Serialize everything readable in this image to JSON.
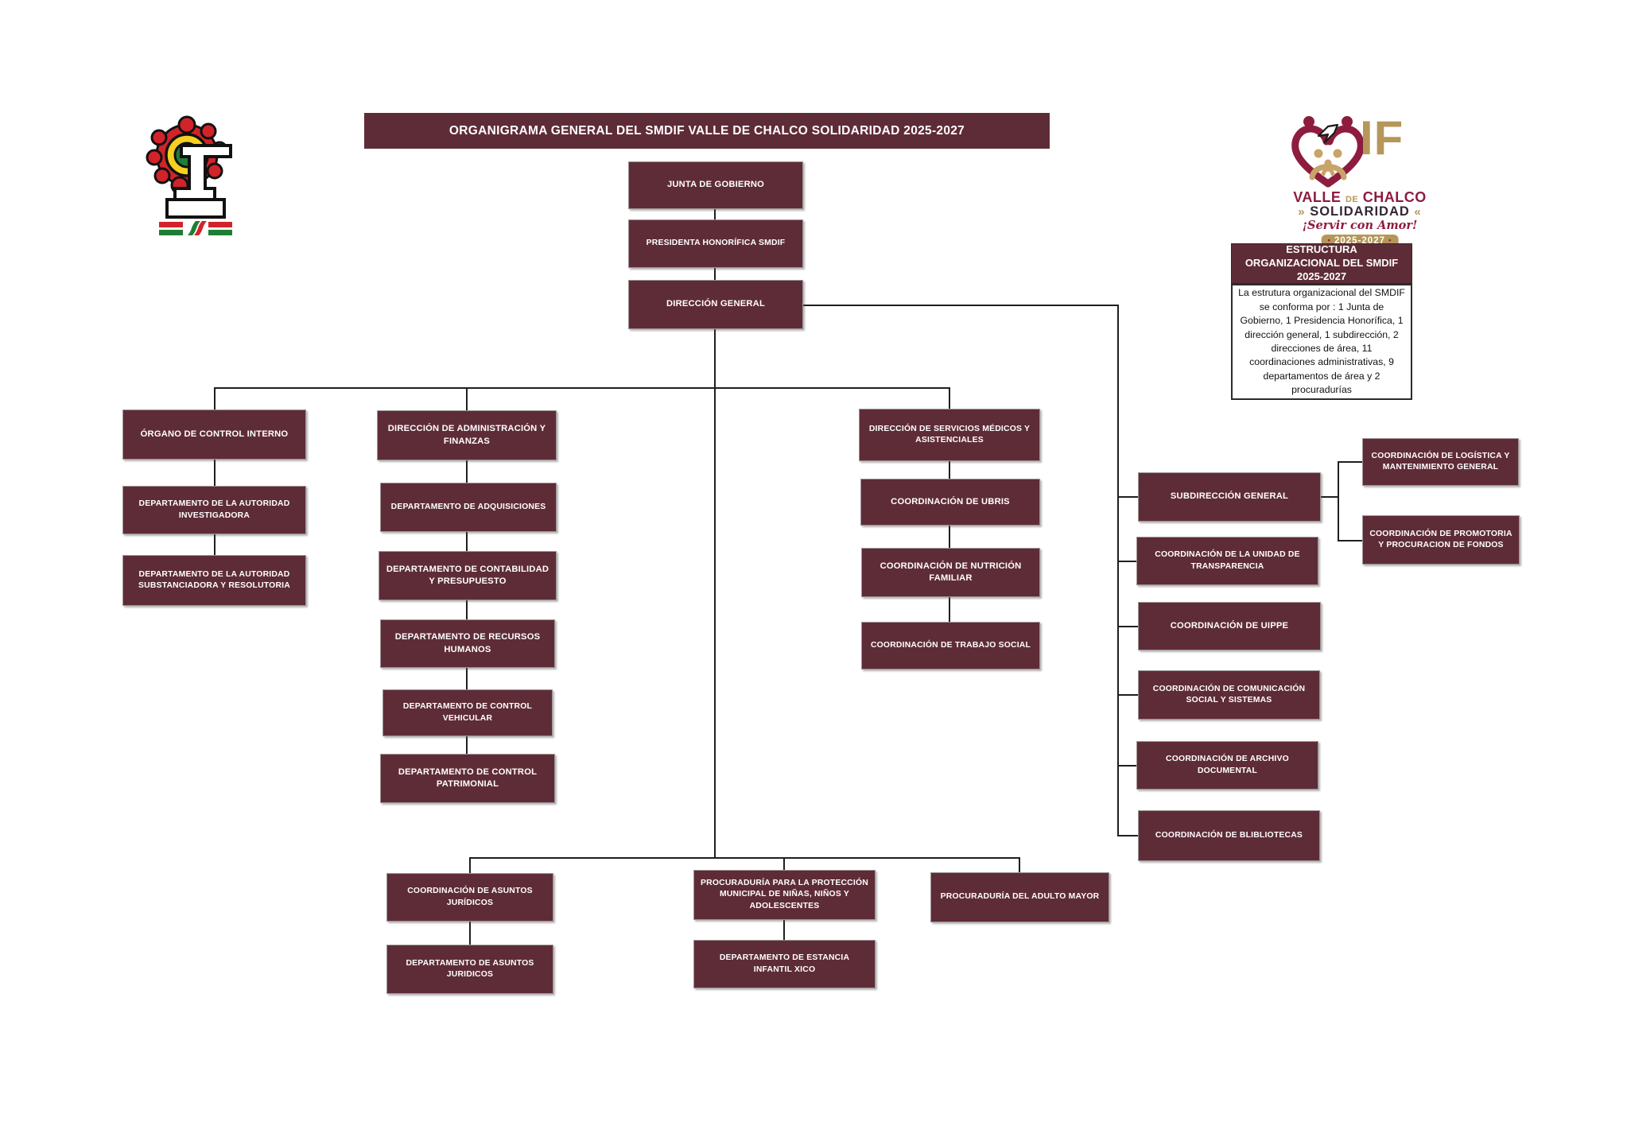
{
  "title": "ORGANIGRAMA GENERAL DEL SMDIF VALLE DE CHALCO SOLIDARIDAD 2025-2027",
  "info_panel": {
    "title": "ESTRUCTURA ORGANIZACIONAL DEL SMDIF 2025-2027",
    "body": "La estrutura organizacional del SMDIF se conforma por : 1 Junta de Gobierno, 1 Presidencia Honorífica, 1 dirección general, 1 subdirección, 2 direcciones de área, 11 coordinaciones administrativas, 9 departamentos de área y 2 procuradurías"
  },
  "logo_dif": {
    "if_text": "IF",
    "valle": "VALLE",
    "de": "DE",
    "chalco": "CHALCO",
    "chev_l": "»",
    "solidaridad": "SOLIDARIDAD",
    "chev_r": "«",
    "slogan": "¡Servir con Amor!",
    "period": "2025-2027",
    "dot": "•"
  },
  "colors": {
    "box_maroon": "#5E2C37",
    "line_black": "#1F1F1F",
    "dif_maroon": "#8E1C3F",
    "dif_gold": "#B5975A",
    "municipal_red": "#D2232A",
    "municipal_yellow": "#F5D020",
    "municipal_green": "#1E7E34"
  },
  "nodes": {
    "junta": "JUNTA DE GOBIERNO",
    "presidenta": "PRESIDENTA HONORÍFICA SMDIF",
    "direccion_general": "DIRECCIÓN GENERAL",
    "organo_control": "ÓRGANO DE CONTROL INTERNO",
    "dep_investigadora": "DEPARTAMENTO DE LA AUTORIDAD INVESTIGADORA",
    "dep_substanciadora": "DEPARTAMENTO DE LA AUTORIDAD SUBSTANCIADORA Y RESOLUTORIA",
    "dir_admin": "DIRECCIÓN DE ADMINISTRACIÓN Y FINANZAS",
    "dep_adquisiciones": "DEPARTAMENTO DE ADQUISICIONES",
    "dep_contabilidad": "DEPARTAMENTO DE CONTABILIDAD Y PRESUPUESTO",
    "dep_recursos": "DEPARTAMENTO DE RECURSOS HUMANOS",
    "dep_vehicular": "DEPARTAMENTO DE CONTROL VEHICULAR",
    "dep_patrimonial": "DEPARTAMENTO DE CONTROL PATRIMONIAL",
    "dir_medicos": "DIRECCIÓN DE SERVICIOS MÉDICOS Y ASISTENCIALES",
    "coord_ubris": "COORDINACIÓN DE UBRIS",
    "coord_nutricion": "COORDINACIÓN DE NUTRICIÓN FAMILIAR",
    "coord_trabajo": "COORDINACIÓN DE TRABAJO SOCIAL",
    "subdireccion": "SUBDIRECCIÓN GENERAL",
    "coord_transparencia": "COORDINACIÓN DE LA UNIDAD DE TRANSPARENCIA",
    "coord_uippe": "COORDINACIÓN DE UIPPE",
    "coord_comunicacion": "COORDINACIÓN DE COMUNICACIÓN SOCIAL Y SISTEMAS",
    "coord_archivo": "COORDINACIÓN DE ARCHIVO DOCUMENTAL",
    "coord_bibliotecas": "COORDINACIÓN DE  BLIBLIOTECAS",
    "coord_logistica": "COORDINACIÓN DE LOGÍSTICA Y MANTENIMIENTO GENERAL",
    "coord_promotoria": "COORDINACIÓN DE PROMOTORIA Y PROCURACION DE FONDOS",
    "coord_juridicos": "COORDINACIÓN DE ASUNTOS JURÍDICOS",
    "proc_ninas": "PROCURADURÍA PARA LA PROTECCIÓN MUNICIPAL DE NIÑAS, NIÑOS Y ADOLESCENTES",
    "proc_adulto": "PROCURADURÍA DEL ADULTO MAYOR",
    "dep_juridicos": "DEPARTAMENTO DE ASUNTOS JURIDICOS",
    "dep_estancia": "DEPARTAMENTO DE ESTANCIA INFANTIL XICO"
  }
}
